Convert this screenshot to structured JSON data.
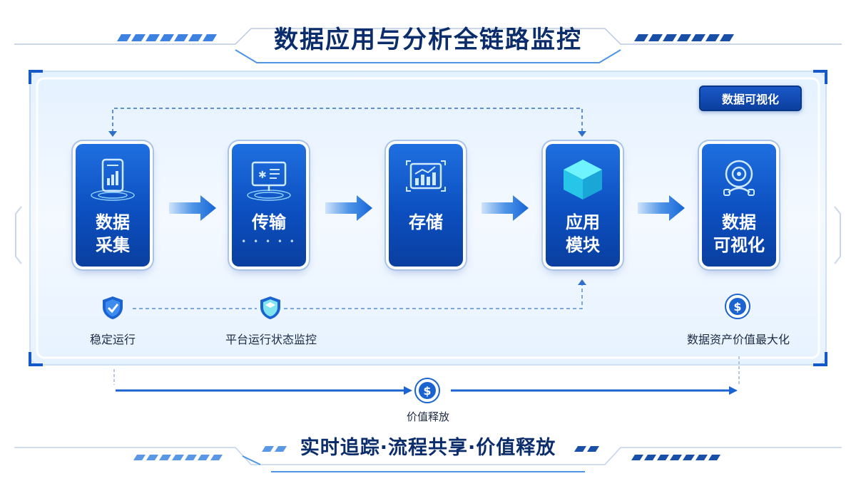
{
  "title": "数据应用与分析全链路监控",
  "badge": "数据可视化",
  "stages": [
    {
      "line1": "数据",
      "line2": "采集",
      "icon": "tablet-signal-icon"
    },
    {
      "line1": "传输",
      "line2": "",
      "icon": "monitor-network-icon",
      "dots": "• • • • •"
    },
    {
      "line1": "存储",
      "line2": "",
      "icon": "bar-chart-screen-icon"
    },
    {
      "line1": "应用",
      "line2": "模块",
      "icon": "cube-icon"
    },
    {
      "line1": "数据",
      "line2": "可视化",
      "icon": "camera-robot-icon"
    }
  ],
  "status": {
    "stable": "稳定运行",
    "platform": "平台运行状态监控",
    "max_value": "数据资产价值最大化",
    "release": "价值释放"
  },
  "subtitle": "实时追踪·流程共享·价值释放",
  "colors": {
    "primary": "#0c4fc0",
    "dark": "#0b2d6b",
    "accent": "#1a73e8",
    "panel": "#e9f3ff"
  }
}
